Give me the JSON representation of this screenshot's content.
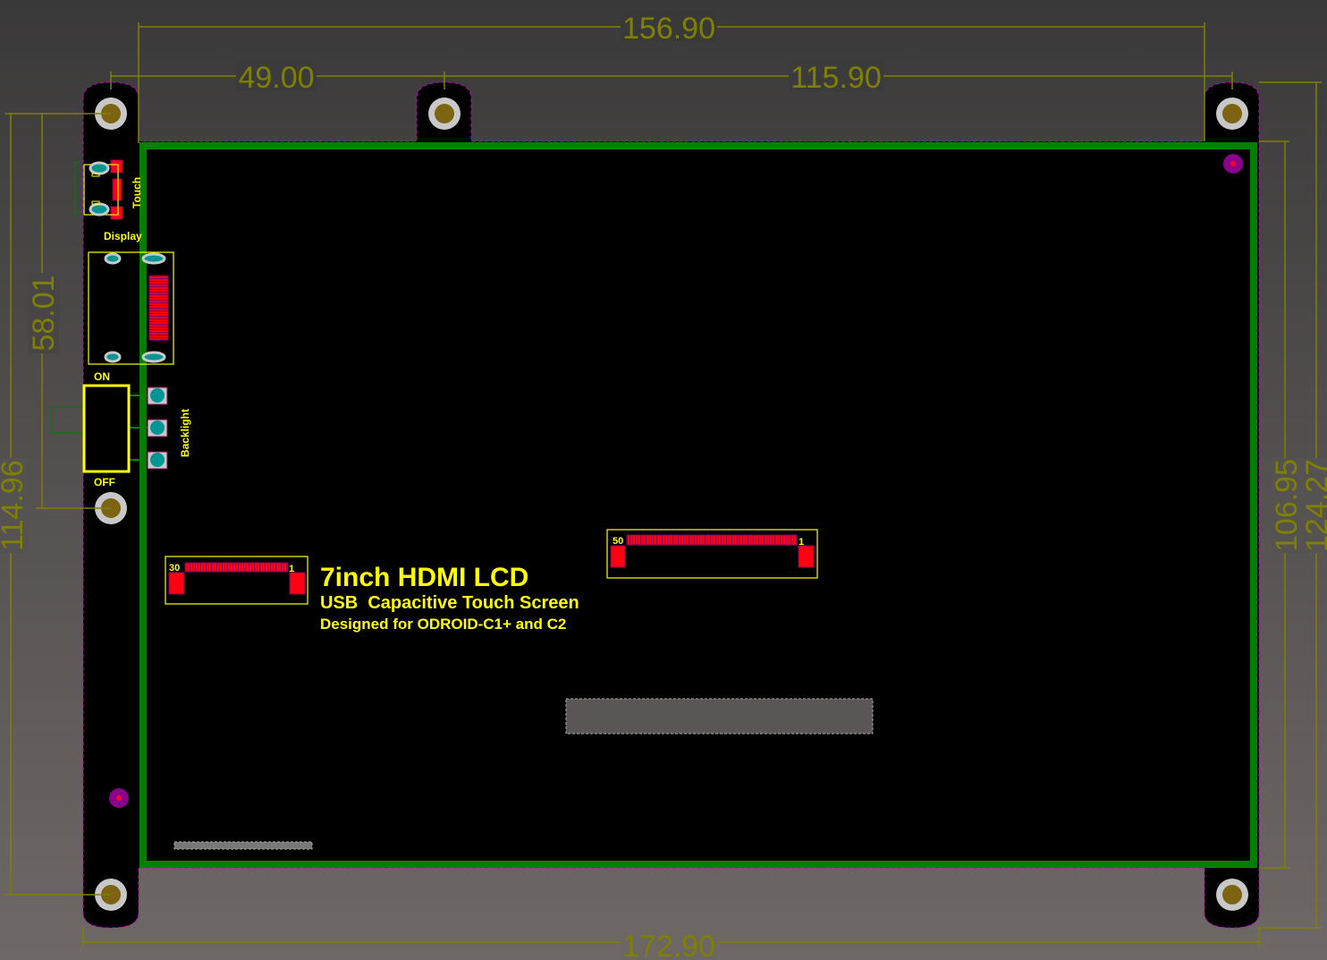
{
  "dimensions": {
    "overall_mount_width": "156.90",
    "left_hole_spacing": "49.00",
    "right_hole_spacing": "115.90",
    "board_width": "172.90",
    "left_inner_height": "58.01",
    "left_outer_height": "114.96",
    "right_inner_height": "106.95",
    "right_outer_height": "124.27"
  },
  "silkscreen": {
    "touch": "Touch",
    "display": "Display",
    "on": "ON",
    "off": "OFF",
    "backlight": "Backlight",
    "title": "7inch HDMI LCD",
    "subtitle": "USB  Capacitive Touch Screen",
    "designed_for": "Designed for ODROID-C1+ and C2"
  },
  "connectors": {
    "fpc30": {
      "pin_first": "30",
      "pin_last": "1"
    },
    "fpc50": {
      "pin_first": "50",
      "pin_last": "1"
    }
  },
  "colors": {
    "dimension": "#808000",
    "silk": "#ffff00",
    "copper": "#ff0010",
    "frame": "#008000"
  }
}
